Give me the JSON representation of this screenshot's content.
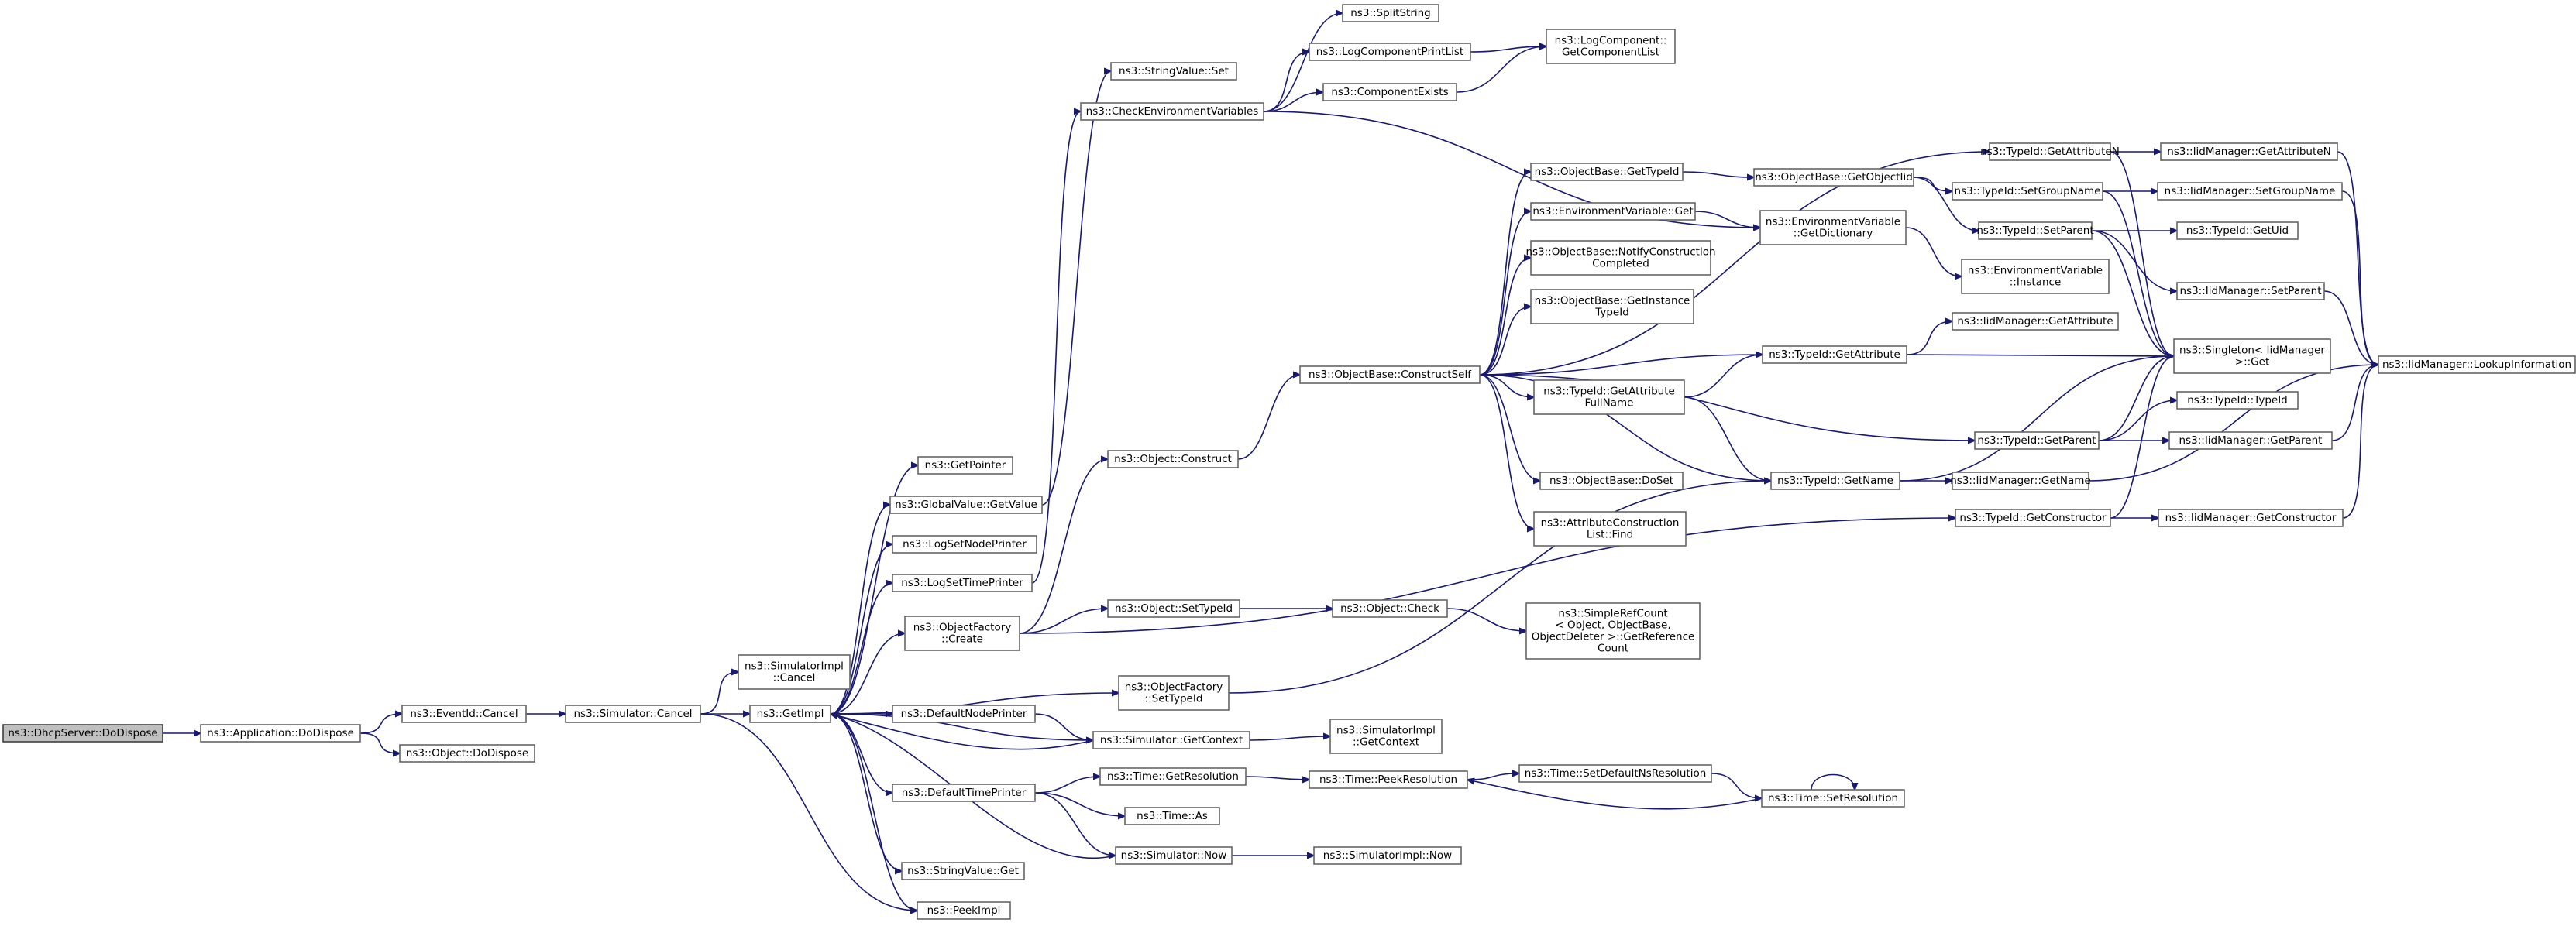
{
  "graph": {
    "type": "call-graph",
    "root": "dhcp_dispose",
    "colors": {
      "edge": "#191970",
      "node_border": "#666666",
      "root_fill": "#bfbfbf",
      "node_fill": "#ffffff"
    },
    "nodes": [
      {
        "id": "dhcp_dispose",
        "lines": [
          "ns3::DhcpServer::DoDispose"
        ],
        "root": true
      },
      {
        "id": "app_dispose",
        "lines": [
          "ns3::Application::DoDispose"
        ]
      },
      {
        "id": "eventid_cancel",
        "lines": [
          "ns3::EventId::Cancel"
        ]
      },
      {
        "id": "object_dispose",
        "lines": [
          "ns3::Object::DoDispose"
        ]
      },
      {
        "id": "simulator_cancel",
        "lines": [
          "ns3::Simulator::Cancel"
        ]
      },
      {
        "id": "simimpl_cancel",
        "lines": [
          "ns3::SimulatorImpl",
          "::Cancel"
        ]
      },
      {
        "id": "getimpl",
        "lines": [
          "ns3::GetImpl"
        ]
      },
      {
        "id": "getpointer",
        "lines": [
          "ns3::GetPointer"
        ]
      },
      {
        "id": "globalvalue_get",
        "lines": [
          "ns3::GlobalValue::GetValue"
        ]
      },
      {
        "id": "logsetnode",
        "lines": [
          "ns3::LogSetNodePrinter"
        ]
      },
      {
        "id": "logsettime",
        "lines": [
          "ns3::LogSetTimePrinter"
        ]
      },
      {
        "id": "objfactory_create",
        "lines": [
          "ns3::ObjectFactory",
          "::Create"
        ]
      },
      {
        "id": "defaultnodeprinter",
        "lines": [
          "ns3::DefaultNodePrinter"
        ]
      },
      {
        "id": "defaulttimeprinter",
        "lines": [
          "ns3::DefaultTimePrinter"
        ]
      },
      {
        "id": "stringvalue_get",
        "lines": [
          "ns3::StringValue::Get"
        ]
      },
      {
        "id": "peekimpl",
        "lines": [
          "ns3::PeekImpl"
        ]
      },
      {
        "id": "stringvalue_set",
        "lines": [
          "ns3::StringValue::Set"
        ]
      },
      {
        "id": "checkenv",
        "lines": [
          "ns3::CheckEnvironmentVariables"
        ]
      },
      {
        "id": "object_construct",
        "lines": [
          "ns3::Object::Construct"
        ]
      },
      {
        "id": "object_settypeid",
        "lines": [
          "ns3::Object::SetTypeId"
        ]
      },
      {
        "id": "objfactory_settypeid",
        "lines": [
          "ns3::ObjectFactory",
          "::SetTypeId"
        ]
      },
      {
        "id": "simulator_getcontext",
        "lines": [
          "ns3::Simulator::GetContext"
        ]
      },
      {
        "id": "time_getres",
        "lines": [
          "ns3::Time::GetResolution"
        ]
      },
      {
        "id": "time_as",
        "lines": [
          "ns3::Time::As"
        ]
      },
      {
        "id": "simulator_now",
        "lines": [
          "ns3::Simulator::Now"
        ]
      },
      {
        "id": "splitstring",
        "lines": [
          "ns3::SplitString"
        ]
      },
      {
        "id": "logcompprintlist",
        "lines": [
          "ns3::LogComponentPrintList"
        ]
      },
      {
        "id": "compexists",
        "lines": [
          "ns3::ComponentExists"
        ]
      },
      {
        "id": "logcomp_getlist",
        "lines": [
          "ns3::LogComponent::",
          "GetComponentList"
        ]
      },
      {
        "id": "objbase_constructself",
        "lines": [
          "ns3::ObjectBase::ConstructSelf"
        ]
      },
      {
        "id": "object_check",
        "lines": [
          "ns3::Object::Check"
        ]
      },
      {
        "id": "simimpl_getcontext",
        "lines": [
          "ns3::SimulatorImpl",
          "::GetContext"
        ]
      },
      {
        "id": "time_peekres",
        "lines": [
          "ns3::Time::PeekResolution"
        ]
      },
      {
        "id": "simimpl_now",
        "lines": [
          "ns3::SimulatorImpl::Now"
        ]
      },
      {
        "id": "objbase_gettypeid",
        "lines": [
          "ns3::ObjectBase::GetTypeId"
        ]
      },
      {
        "id": "envvar_get",
        "lines": [
          "ns3::EnvironmentVariable::Get"
        ]
      },
      {
        "id": "objbase_notify",
        "lines": [
          "ns3::ObjectBase::NotifyConstruction",
          "Completed"
        ]
      },
      {
        "id": "objbase_getinstance",
        "lines": [
          "ns3::ObjectBase::GetInstance",
          "TypeId"
        ]
      },
      {
        "id": "typeid_getattrfull",
        "lines": [
          "ns3::TypeId::GetAttribute",
          "FullName"
        ]
      },
      {
        "id": "objbase_doset",
        "lines": [
          "ns3::ObjectBase::DoSet"
        ]
      },
      {
        "id": "attrconstr_find",
        "lines": [
          "ns3::AttributeConstruction",
          "List::Find"
        ]
      },
      {
        "id": "simplerefcount",
        "lines": [
          "ns3::SimpleRefCount",
          "< Object, ObjectBase,",
          "ObjectDeleter >::GetReference",
          "Count"
        ]
      },
      {
        "id": "time_setdefaultns",
        "lines": [
          "ns3::Time::SetDefaultNsResolution"
        ]
      },
      {
        "id": "time_setres",
        "lines": [
          "ns3::Time::SetResolution"
        ]
      },
      {
        "id": "objbase_getobjectiid",
        "lines": [
          "ns3::ObjectBase::GetObjectIid"
        ]
      },
      {
        "id": "envvar_getdict",
        "lines": [
          "ns3::EnvironmentVariable",
          "::GetDictionary"
        ]
      },
      {
        "id": "typeid_getattribute",
        "lines": [
          "ns3::TypeId::GetAttribute"
        ]
      },
      {
        "id": "typeid_getname",
        "lines": [
          "ns3::TypeId::GetName"
        ]
      },
      {
        "id": "typeid_getattrn",
        "lines": [
          "ns3::TypeId::GetAttributeN"
        ]
      },
      {
        "id": "typeid_setgroupname",
        "lines": [
          "ns3::TypeId::SetGroupName"
        ]
      },
      {
        "id": "typeid_setparent",
        "lines": [
          "ns3::TypeId::SetParent"
        ]
      },
      {
        "id": "envvar_instance",
        "lines": [
          "ns3::EnvironmentVariable",
          "::Instance"
        ]
      },
      {
        "id": "iid_getattribute",
        "lines": [
          "ns3::IidManager::GetAttribute"
        ]
      },
      {
        "id": "typeid_getparent",
        "lines": [
          "ns3::TypeId::GetParent"
        ]
      },
      {
        "id": "typeid_getconstructor",
        "lines": [
          "ns3::TypeId::GetConstructor"
        ]
      },
      {
        "id": "iid_getattrn",
        "lines": [
          "ns3::IidManager::GetAttributeN"
        ]
      },
      {
        "id": "iid_setgroupname",
        "lines": [
          "ns3::IidManager::SetGroupName"
        ]
      },
      {
        "id": "typeid_getuid",
        "lines": [
          "ns3::TypeId::GetUid"
        ]
      },
      {
        "id": "iid_setparent",
        "lines": [
          "ns3::IidManager::SetParent"
        ]
      },
      {
        "id": "singleton_get",
        "lines": [
          "ns3::Singleton< IidManager",
          ">::Get"
        ]
      },
      {
        "id": "typeid_typeid",
        "lines": [
          "ns3::TypeId::TypeId"
        ]
      },
      {
        "id": "iid_getparent",
        "lines": [
          "ns3::IidManager::GetParent"
        ]
      },
      {
        "id": "iid_getname",
        "lines": [
          "ns3::IidManager::GetName"
        ]
      },
      {
        "id": "iid_getconstructor",
        "lines": [
          "ns3::IidManager::GetConstructor"
        ]
      },
      {
        "id": "iid_lookup",
        "lines": [
          "ns3::IidManager::LookupInformation"
        ]
      }
    ],
    "edges": [
      [
        "dhcp_dispose",
        "app_dispose"
      ],
      [
        "app_dispose",
        "eventid_cancel"
      ],
      [
        "app_dispose",
        "object_dispose"
      ],
      [
        "eventid_cancel",
        "simulator_cancel"
      ],
      [
        "simulator_cancel",
        "simimpl_cancel"
      ],
      [
        "simulator_cancel",
        "getimpl"
      ],
      [
        "simulator_cancel",
        "peekimpl"
      ],
      [
        "getimpl",
        "getpointer"
      ],
      [
        "getimpl",
        "globalvalue_get"
      ],
      [
        "getimpl",
        "logsetnode"
      ],
      [
        "getimpl",
        "logsettime"
      ],
      [
        "getimpl",
        "objfactory_create"
      ],
      [
        "getimpl",
        "objfactory_settypeid"
      ],
      [
        "getimpl",
        "defaultnodeprinter"
      ],
      [
        "getimpl",
        "simulator_getcontext"
      ],
      [
        "getimpl",
        "defaulttimeprinter"
      ],
      [
        "getimpl",
        "stringvalue_get"
      ],
      [
        "getimpl",
        "peekimpl"
      ],
      [
        "globalvalue_get",
        "stringvalue_set"
      ],
      [
        "logsettime",
        "checkenv"
      ],
      [
        "objfactory_create",
        "object_construct"
      ],
      [
        "objfactory_create",
        "object_settypeid"
      ],
      [
        "objfactory_create",
        "typeid_getconstructor"
      ],
      [
        "objfactory_settypeid",
        "typeid_getname"
      ],
      [
        "defaultnodeprinter",
        "simulator_getcontext"
      ],
      [
        "simulator_getcontext",
        "getimpl"
      ],
      [
        "simulator_getcontext",
        "simimpl_getcontext"
      ],
      [
        "defaulttimeprinter",
        "time_getres"
      ],
      [
        "defaulttimeprinter",
        "time_as"
      ],
      [
        "defaulttimeprinter",
        "simulator_now"
      ],
      [
        "simulator_now",
        "getimpl"
      ],
      [
        "simulator_now",
        "simimpl_now"
      ],
      [
        "checkenv",
        "splitstring"
      ],
      [
        "checkenv",
        "logcompprintlist"
      ],
      [
        "checkenv",
        "compexists"
      ],
      [
        "checkenv",
        "envvar_getdict"
      ],
      [
        "logcompprintlist",
        "logcomp_getlist"
      ],
      [
        "compexists",
        "logcomp_getlist"
      ],
      [
        "object_construct",
        "objbase_constructself"
      ],
      [
        "object_settypeid",
        "object_check"
      ],
      [
        "object_check",
        "simplerefcount"
      ],
      [
        "time_getres",
        "time_peekres"
      ],
      [
        "time_peekres",
        "time_setdefaultns"
      ],
      [
        "time_setdefaultns",
        "time_setres"
      ],
      [
        "time_setres",
        "time_setres"
      ],
      [
        "time_setres",
        "time_peekres"
      ],
      [
        "objbase_constructself",
        "typeid_getattrn"
      ],
      [
        "objbase_constructself",
        "objbase_gettypeid"
      ],
      [
        "objbase_constructself",
        "envvar_get"
      ],
      [
        "objbase_constructself",
        "objbase_notify"
      ],
      [
        "objbase_constructself",
        "objbase_getinstance"
      ],
      [
        "objbase_constructself",
        "typeid_getattribute"
      ],
      [
        "objbase_constructself",
        "typeid_getattrfull"
      ],
      [
        "objbase_constructself",
        "typeid_getparent"
      ],
      [
        "objbase_constructself",
        "objbase_doset"
      ],
      [
        "objbase_constructself",
        "attrconstr_find"
      ],
      [
        "objbase_constructself",
        "typeid_getname"
      ],
      [
        "objbase_gettypeid",
        "objbase_getobjectiid"
      ],
      [
        "envvar_get",
        "envvar_getdict"
      ],
      [
        "envvar_getdict",
        "envvar_instance"
      ],
      [
        "typeid_getattrfull",
        "typeid_getattribute"
      ],
      [
        "typeid_getattrfull",
        "typeid_getname"
      ],
      [
        "objbase_getobjectiid",
        "typeid_setgroupname"
      ],
      [
        "objbase_getobjectiid",
        "typeid_setparent"
      ],
      [
        "typeid_getattribute",
        "iid_getattribute"
      ],
      [
        "typeid_getattribute",
        "singleton_get"
      ],
      [
        "typeid_getname",
        "singleton_get"
      ],
      [
        "typeid_getname",
        "iid_getname"
      ],
      [
        "typeid_getattrn",
        "iid_getattrn"
      ],
      [
        "typeid_getattrn",
        "singleton_get"
      ],
      [
        "typeid_setgroupname",
        "iid_setgroupname"
      ],
      [
        "typeid_setgroupname",
        "singleton_get"
      ],
      [
        "typeid_setparent",
        "typeid_getuid"
      ],
      [
        "typeid_setparent",
        "iid_setparent"
      ],
      [
        "typeid_setparent",
        "singleton_get"
      ],
      [
        "typeid_getparent",
        "singleton_get"
      ],
      [
        "typeid_getparent",
        "typeid_typeid"
      ],
      [
        "typeid_getparent",
        "iid_getparent"
      ],
      [
        "typeid_getconstructor",
        "singleton_get"
      ],
      [
        "typeid_getconstructor",
        "iid_getconstructor"
      ],
      [
        "iid_getattrn",
        "iid_lookup"
      ],
      [
        "iid_setgroupname",
        "iid_lookup"
      ],
      [
        "iid_setparent",
        "iid_lookup"
      ],
      [
        "iid_getparent",
        "iid_lookup"
      ],
      [
        "iid_getname",
        "iid_lookup"
      ],
      [
        "iid_getconstructor",
        "iid_lookup"
      ]
    ]
  }
}
